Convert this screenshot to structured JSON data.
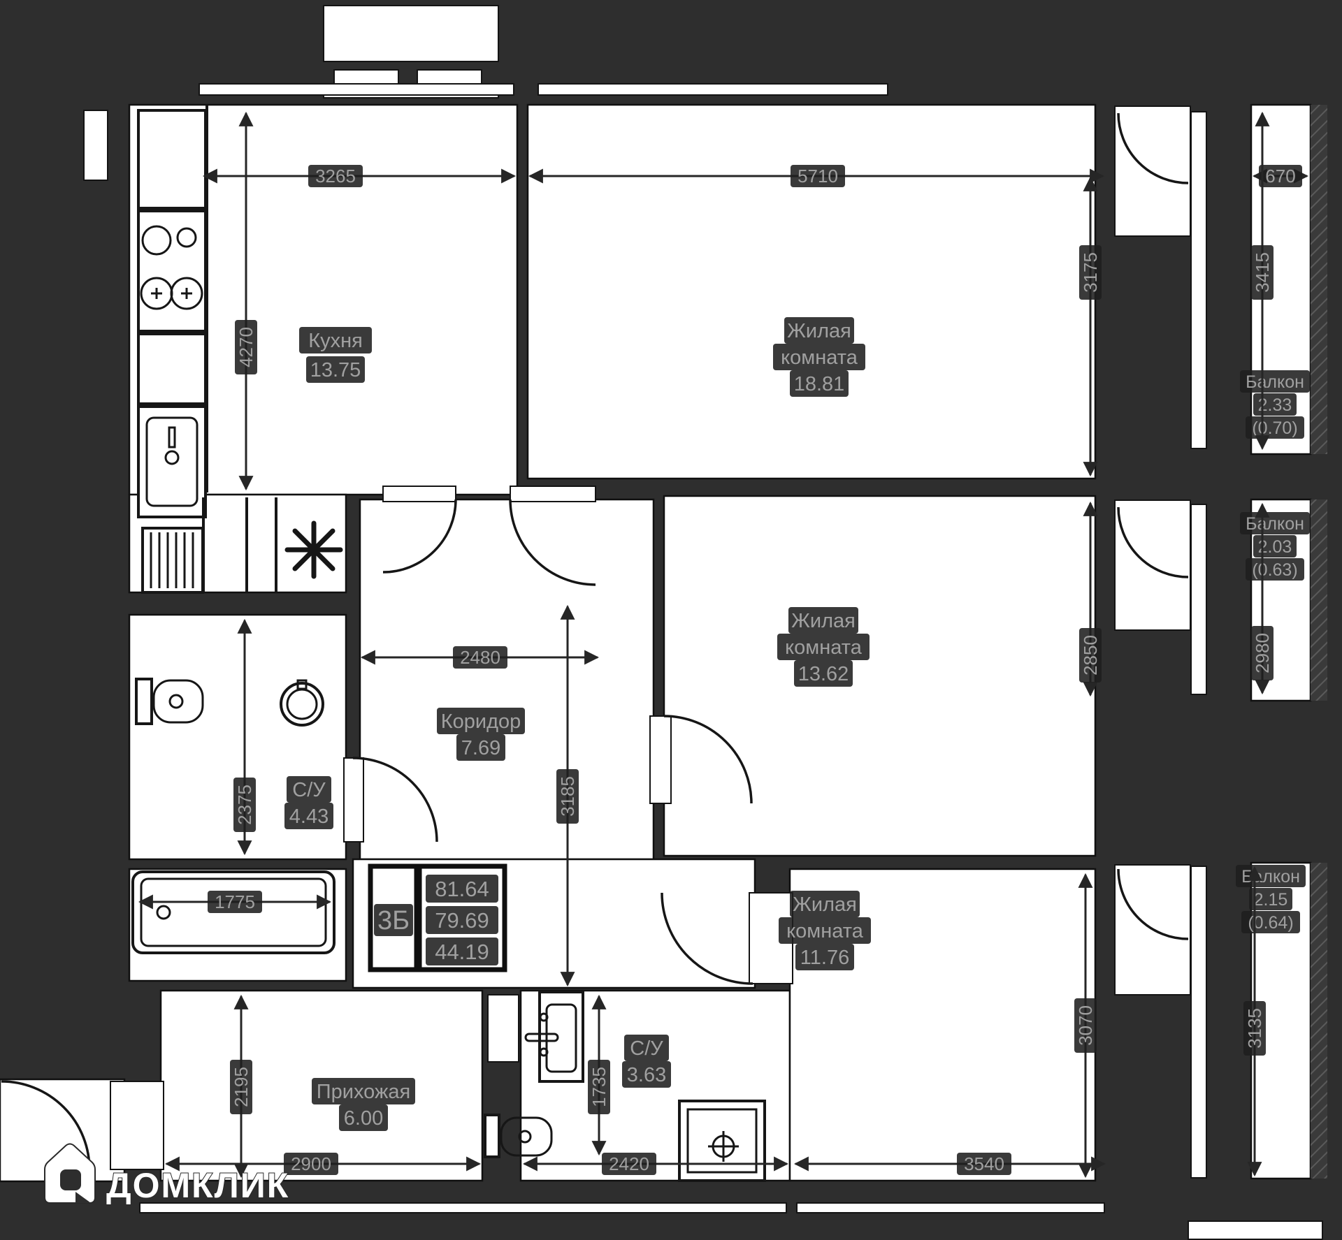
{
  "brand": {
    "logo_text": "ДОМКЛИК"
  },
  "stamp": {
    "type": "3Б",
    "values": [
      "81.64",
      "79.69",
      "44.19"
    ]
  },
  "rooms": [
    {
      "id": "kitchen",
      "name": "Кухня",
      "area": "13.75"
    },
    {
      "id": "living-top",
      "name": "Жилая",
      "name2": "комната",
      "area": "18.81"
    },
    {
      "id": "living-middle",
      "name": "Жилая",
      "name2": "комната",
      "area": "13.62"
    },
    {
      "id": "living-bottom",
      "name": "Жилая",
      "name2": "комната",
      "area": "11.76"
    },
    {
      "id": "corridor",
      "name": "Коридор",
      "area": "7.69"
    },
    {
      "id": "bathroom-1",
      "name": "С/У",
      "area": "4.43"
    },
    {
      "id": "bathroom-2",
      "name": "С/У",
      "area": "3.63"
    },
    {
      "id": "hallway",
      "name": "Прихожая",
      "area": "6.00"
    },
    {
      "id": "balcony-1",
      "name": "Балкон",
      "area": "2.33",
      "reduced": "(0.70)"
    },
    {
      "id": "balcony-2",
      "name": "Балкон",
      "area": "2.03",
      "reduced": "(0.63)"
    },
    {
      "id": "balcony-3",
      "name": "Балкон",
      "area": "2.15",
      "reduced": "(0.64)"
    }
  ],
  "dims": {
    "d3265": "3265",
    "d5710": "5710",
    "d670": "670",
    "d4270": "4270",
    "d3175": "3175",
    "d3415": "3415",
    "d2480": "2480",
    "d2850": "2850",
    "d2980": "2980",
    "d2375": "2375",
    "d3185": "3185",
    "d1775": "1775",
    "d2195": "2195",
    "d1735": "1735",
    "d3070": "3070",
    "d3135": "3135",
    "d2900": "2900",
    "d2420": "2420",
    "d3540": "3540"
  },
  "colors": {
    "background": "#2e2e2e",
    "floor": "#ffffff",
    "walls": "#161616",
    "label_text": "#a0a0a0",
    "label_plate": "#1f1f1f",
    "logo": "#ffffff"
  }
}
